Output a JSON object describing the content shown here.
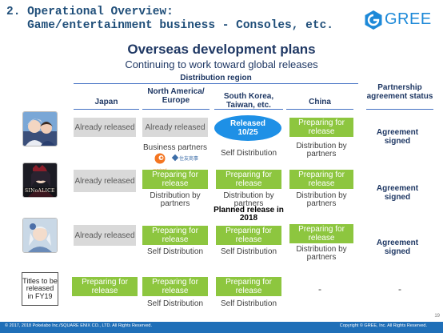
{
  "header": {
    "title_line1": "2. Operational Overview:",
    "title_line2": "   Game/entertainment business - Consoles, etc."
  },
  "logo": {
    "text": "GREE"
  },
  "heading": "Overseas development plans",
  "subheading": "Continuing to work toward global releases",
  "table": {
    "region_header": "Distribution region",
    "columns": {
      "japan": "Japan",
      "na_eu": "North America/ Europe",
      "korea": "South Korea, Taiwan, etc.",
      "china": "China",
      "partner": "Partnership agreement status"
    },
    "rows": [
      {
        "japan": "Already released",
        "na_eu": "Already released",
        "na_eu_note": "Business partners",
        "korea": "Released 10/25",
        "korea_note": "Self Distribution",
        "china": "Preparing for release",
        "china_note": "Distribution by partners",
        "partner": "Agreement signed",
        "partner_logo1": "crunchyroll",
        "partner_logo2": "住友商事"
      },
      {
        "game_title": "SINoALICE",
        "japan": "Already released",
        "na_eu": "Preparing for release",
        "na_eu_note": "Distribution by partners",
        "korea": "Preparing for release",
        "korea_note": "Distribution by partners",
        "korea_note2": "Planned release in 2018",
        "china": "Preparing for release",
        "china_note": "Distribution by partners",
        "partner": "Agreement signed"
      },
      {
        "japan": "Already released",
        "na_eu": "Preparing for release",
        "na_eu_note": "Self Distribution",
        "korea": "Preparing for release",
        "korea_note": "Self Distribution",
        "china": "Preparing for release",
        "china_note": "Distribution by partners",
        "partner": "Agreement signed"
      },
      {
        "label": "Titles to be released in FY19",
        "japan": "Preparing for release",
        "na_eu": "Preparing for release",
        "na_eu_note": "Self Distribution",
        "korea": "Preparing for release",
        "korea_note": "Self Distribution",
        "china": "-",
        "partner": "-"
      }
    ]
  },
  "footer": {
    "left": "© 2017, 2018 Pokelabo Inc./SQUARE ENIX CO., LTD. All Rights Reserved.",
    "right": "Copyright © GREE, Inc. All Rights Reserved.",
    "page": "19"
  },
  "colors": {
    "title": "#1f4e79",
    "heading": "#1f3864",
    "green": "#8dc63f",
    "gray": "#d9d9d9",
    "blue_oval": "#1e90e6",
    "footer": "#1f6fb8"
  }
}
